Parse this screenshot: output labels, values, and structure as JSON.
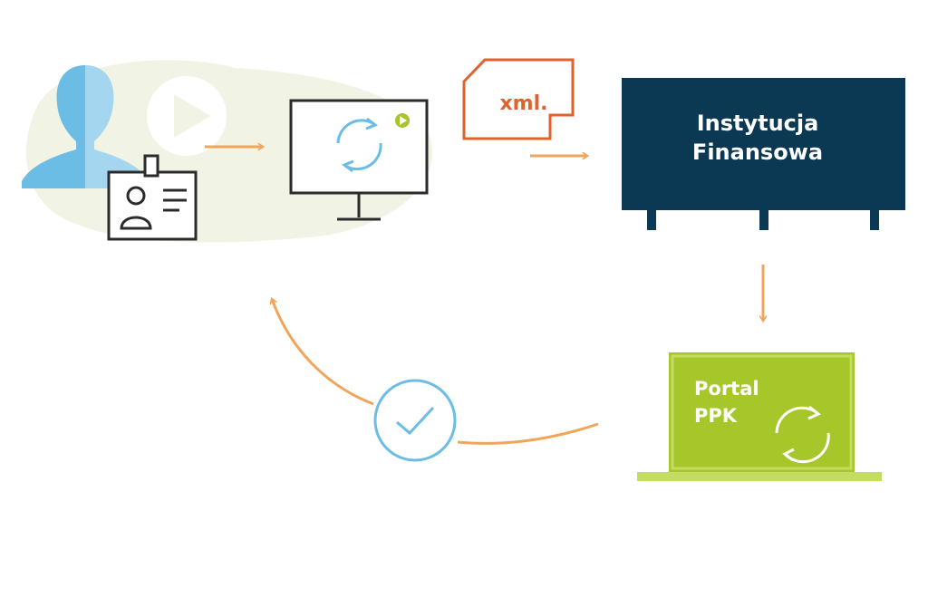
{
  "document_file": {
    "label": "xml.",
    "color": "#e0622c"
  },
  "institution": {
    "line1": "Instytucja",
    "line2": "Finansowa",
    "color": "#0b3954"
  },
  "portal": {
    "line1": "Portal",
    "line2": "PPK",
    "color": "#a6c62a"
  },
  "colors": {
    "arrow": "#f0a55a",
    "user": "#6cbde6",
    "cycle": "#6cbde6",
    "check": "#6cbde6",
    "blob": "#f1f4e4",
    "dark_outline": "#2b2b2b",
    "play_badge": "#a6c62a"
  },
  "icons": [
    "user-silhouette-icon",
    "play-icon",
    "id-badge-icon",
    "monitor-icon",
    "refresh-cycle-icon",
    "xml-file-icon",
    "checkmark-circle-icon"
  ]
}
